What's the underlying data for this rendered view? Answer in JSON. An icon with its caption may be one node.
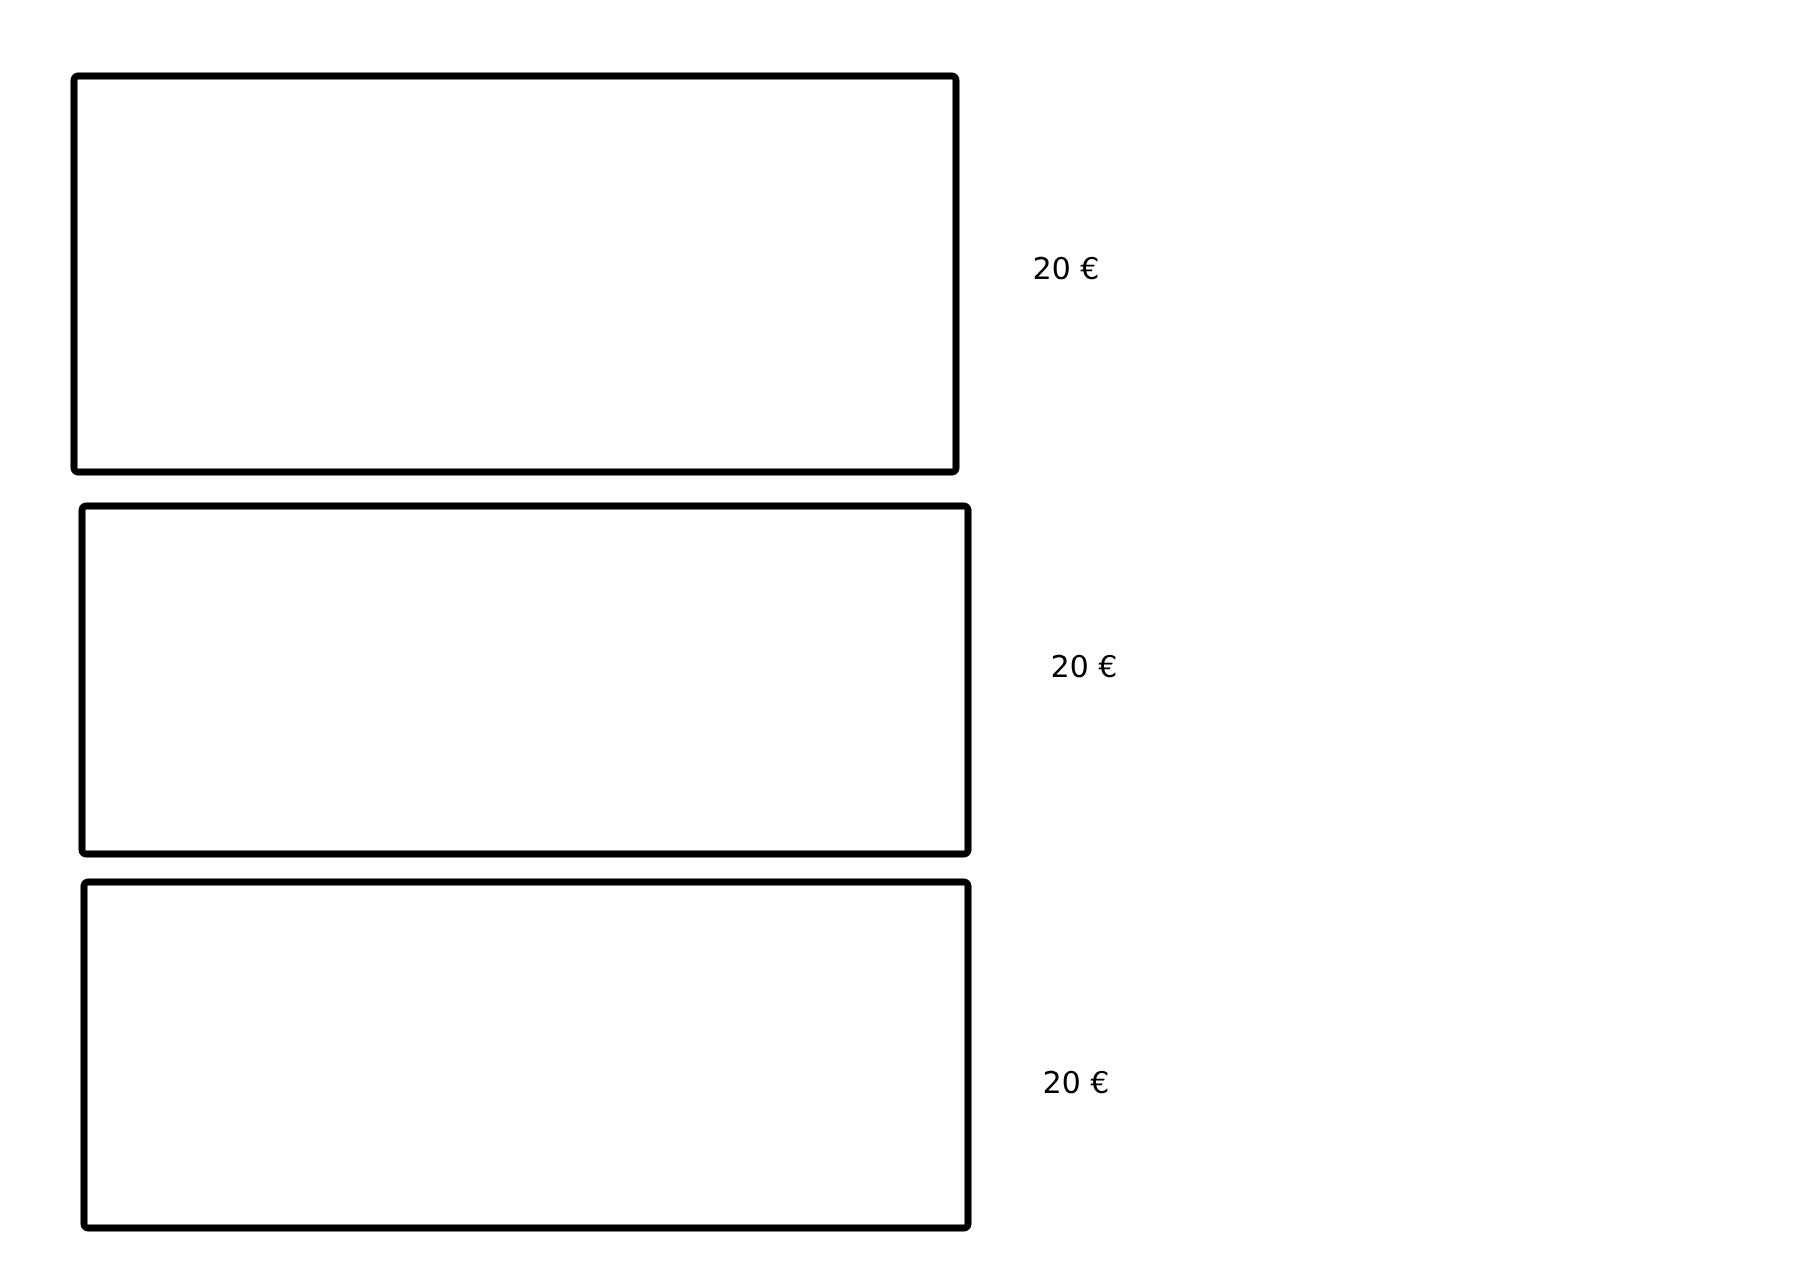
{
  "diagram": {
    "nodes": [
      {
        "text": [],
        "shape": "box",
        "beside": [
          "20 €"
        ]
      },
      {
        "text": [],
        "shape": "box",
        "beside": [
          "20 €"
        ]
      },
      {
        "text": [],
        "shape": "box",
        "beside": [
          "20 €"
        ]
      }
    ]
  }
}
